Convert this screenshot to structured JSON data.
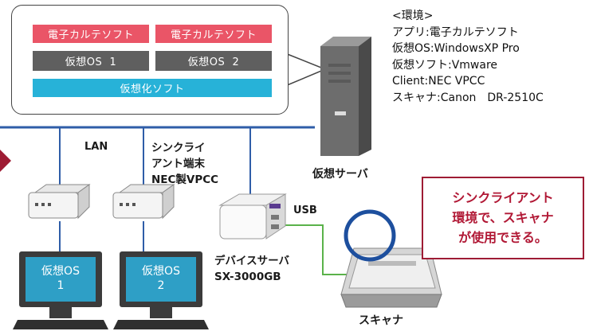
{
  "virtual_env": {
    "apps": [
      "電子カルテソフト",
      "電子カルテソフト"
    ],
    "os": [
      "仮想OS  1",
      "仮想OS  2"
    ],
    "layer": "仮想化ソフト"
  },
  "environment": {
    "heading": "<環境>",
    "lines": [
      "アプリ:電子カルテソフト",
      "仮想OS:WindowsXP Pro",
      "仮想ソフト:Vmware",
      "Client:NEC VPCC",
      "スキャナ:Canon　DR-2510C"
    ]
  },
  "network": {
    "lan_label": "LAN",
    "usb_label": "USB"
  },
  "client_label": [
    "シンクライ",
    "アント端末",
    "NEC製VPCC"
  ],
  "server_label": "仮想サーバ",
  "device_server_label": [
    "デバイスサーバ",
    "SX-3000GB"
  ],
  "scanner_label": "スキャナ",
  "monitors": [
    {
      "line1": "仮想OS",
      "line2": "1"
    },
    {
      "line1": "仮想OS",
      "line2": "2"
    }
  ],
  "callout": [
    "シンクライアント",
    "環境で、スキャナ",
    "が使用できる。"
  ],
  "colors": {
    "network_line": "#2f5da8",
    "usb_line": "#5ab24a",
    "app_tile": "#ea5567",
    "os_tile": "#5f5f5f",
    "virtualization_tile": "#27b2d8",
    "callout_border": "#9e1c34",
    "callout_text": "#b11835",
    "arrow": "#9e1c34",
    "scanner_ring": "#1d4f9e"
  }
}
